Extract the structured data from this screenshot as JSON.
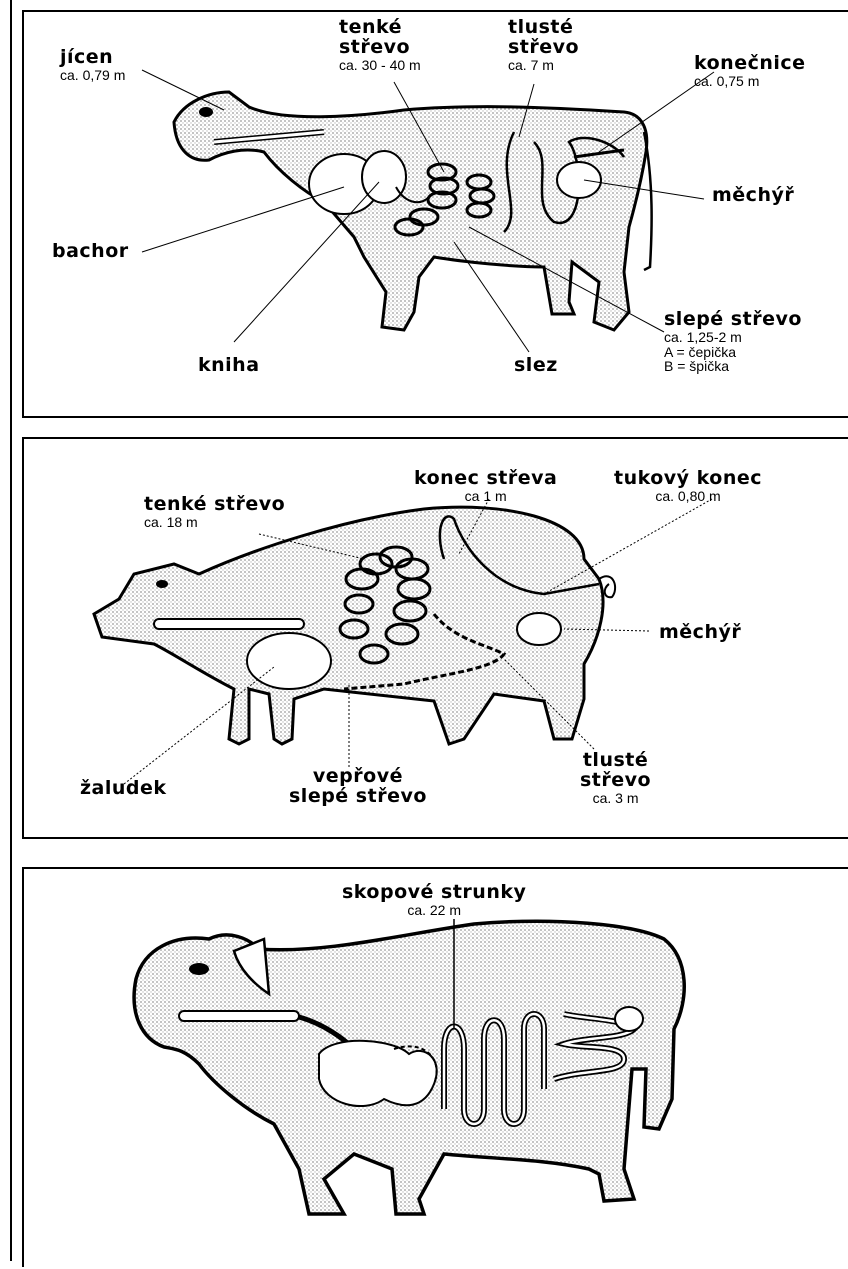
{
  "cow": {
    "jicen": {
      "name": "jícen",
      "len": "ca. 0,79 m"
    },
    "tenke": {
      "name1": "tenké",
      "name2": "střevo",
      "len": "ca. 30 - 40 m"
    },
    "tluste": {
      "name1": "tlusté",
      "name2": "střevo",
      "len": "ca. 7 m"
    },
    "konecnice": {
      "name": "konečnice",
      "len": "ca. 0,75 m"
    },
    "mechyr": {
      "name": "měchýř"
    },
    "bachor": {
      "name": "bachor"
    },
    "kniha": {
      "name": "kniha"
    },
    "slez": {
      "name": "slez"
    },
    "slepe": {
      "name": "slepé střevo",
      "len": "ca. 1,25-2 m",
      "a": "A = čepička",
      "b": "B = špička"
    }
  },
  "pig": {
    "tenke": {
      "name": "tenké střevo",
      "len": "ca. 18 m"
    },
    "konec": {
      "name": "konec střeva",
      "len": "ca 1 m"
    },
    "tukovy": {
      "name": "tukový konec",
      "len": "ca. 0,80 m"
    },
    "mechyr": {
      "name": "měchýř"
    },
    "zaludek": {
      "name": "žaludek"
    },
    "veprove": {
      "name1": "vepřové",
      "name2": "slepé střevo"
    },
    "tluste": {
      "name1": "tlusté",
      "name2": "střevo",
      "len": "ca. 3 m"
    }
  },
  "sheep": {
    "strunky": {
      "name": "skopové strunky",
      "len": "ca. 22 m"
    }
  },
  "colors": {
    "ink": "#000000",
    "stipple": "#b8b8b8",
    "background": "#ffffff"
  }
}
